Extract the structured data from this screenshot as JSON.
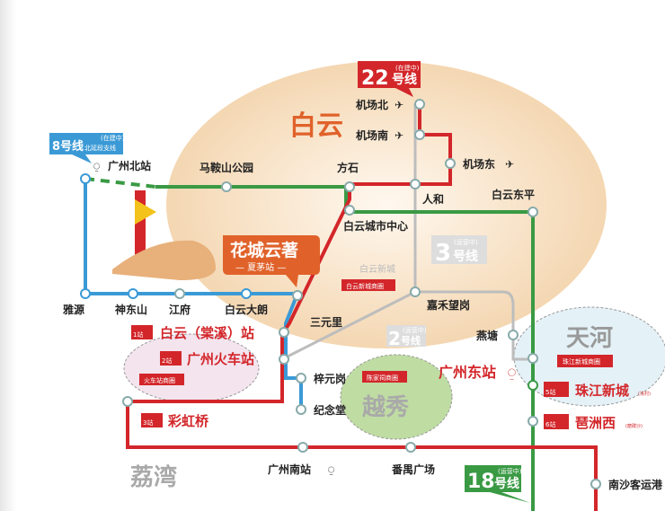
{
  "colors": {
    "line22": "#d3262a",
    "line14": "#3a9a44",
    "line8": "#3b9ad6",
    "line3": "#b8b8b8",
    "baiyun": "#f6dcbd"
  },
  "districts": {
    "baiyun": "白云",
    "tianhe": "天河",
    "yuexiu": "越秀",
    "liwan": "荔湾"
  },
  "lines": {
    "l22": {
      "num": "22",
      "name": "号线",
      "status": "(在建中)"
    },
    "l8": {
      "num": "8号线",
      "branch": "北延段支线",
      "status": "(在建中)"
    },
    "l3": {
      "num": "3",
      "name": "号线",
      "status": "(运营中)"
    },
    "l2": {
      "num": "2",
      "name": "号线",
      "status": "(运营中)"
    },
    "l18": {
      "num": "18",
      "name": "号线",
      "status": "(运营中)"
    }
  },
  "project": {
    "name": "花城云著",
    "station": "— 夏茅站 —",
    "sign": "夏茅站"
  },
  "stations": {
    "jichangbei": "机场北",
    "jichangnan": "机场南",
    "jichangdong": "机场东",
    "renhe": "人和",
    "fangshi": "方石",
    "baiyunchengshi": "白云城市中心",
    "baiyundongping": "白云东平",
    "maanshan": "马鞍山公园",
    "gzbei": "广州北站",
    "yayuan": "雅源",
    "shendongshan": "神东山",
    "jiangfu": "江府",
    "baiyundalang": "白云大朗",
    "jiahe": "嘉禾望岗",
    "yantang": "燕塘",
    "sanyuanli": "三元里",
    "ziyuangang": "梓元岗",
    "jiniantang": "纪念堂",
    "gzdong": "广州东站",
    "gznan": "广州南站",
    "panyu": "番禺广场",
    "nansha": "南沙客运港"
  },
  "stops": [
    {
      "n": "1站",
      "name": "白云（棠溪）站"
    },
    {
      "n": "2站",
      "name": "广州火车站"
    },
    {
      "n": "3站",
      "name": "彩虹桥"
    },
    {
      "n": "5站",
      "name": "珠江新城",
      "note": "(冼村)"
    },
    {
      "n": "6站",
      "name": "琶洲西",
      "note": "(磨碟沙)"
    }
  ],
  "circles": {
    "baiyunxincheng": "白云新城",
    "baiyunxincheng_tag": "白云新城商圈",
    "huochezhan_tag": "火车站商圈",
    "chenjiaci_tag": "陈家祠商圈",
    "zhujiang_tag": "珠江新城商圈"
  }
}
